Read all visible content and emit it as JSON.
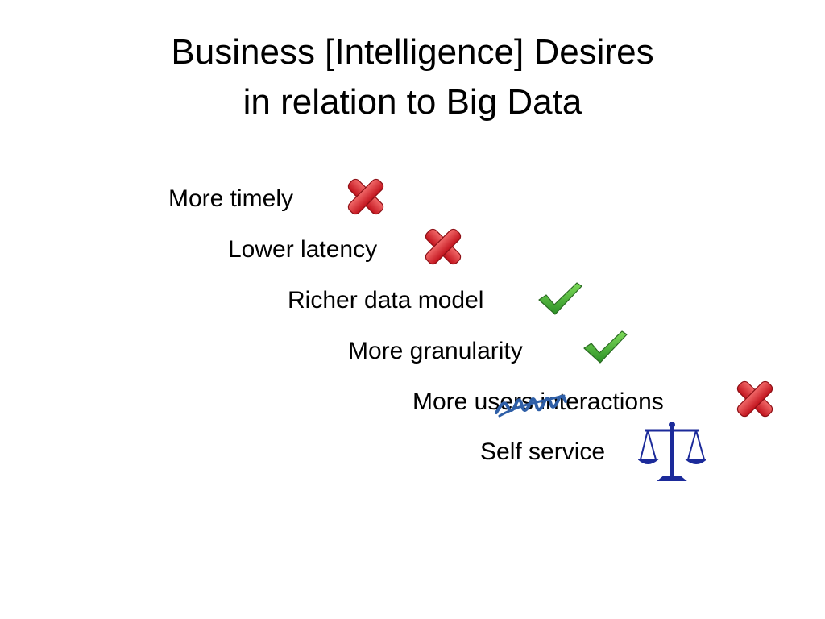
{
  "slide": {
    "title_line1": "Business [Intelligence] Desires",
    "title_line2": "in relation to Big Data",
    "items": [
      {
        "text": "More timely",
        "status": "cross-icon"
      },
      {
        "text": "Lower latency",
        "status": "cross-icon"
      },
      {
        "text": "Richer data model",
        "status": "check-icon"
      },
      {
        "text": "More granularity",
        "status": "check-icon"
      },
      {
        "text": "More users interactions",
        "status": "cross-icon",
        "note": "users struck through"
      },
      {
        "text": "Self service",
        "status": "balance-scale-icon"
      }
    ]
  },
  "colors": {
    "cross_red": "#d9262c",
    "check_green": "#3aa935",
    "scale_blue": "#1b2a9a",
    "scribble_blue": "#2f5fa7"
  }
}
